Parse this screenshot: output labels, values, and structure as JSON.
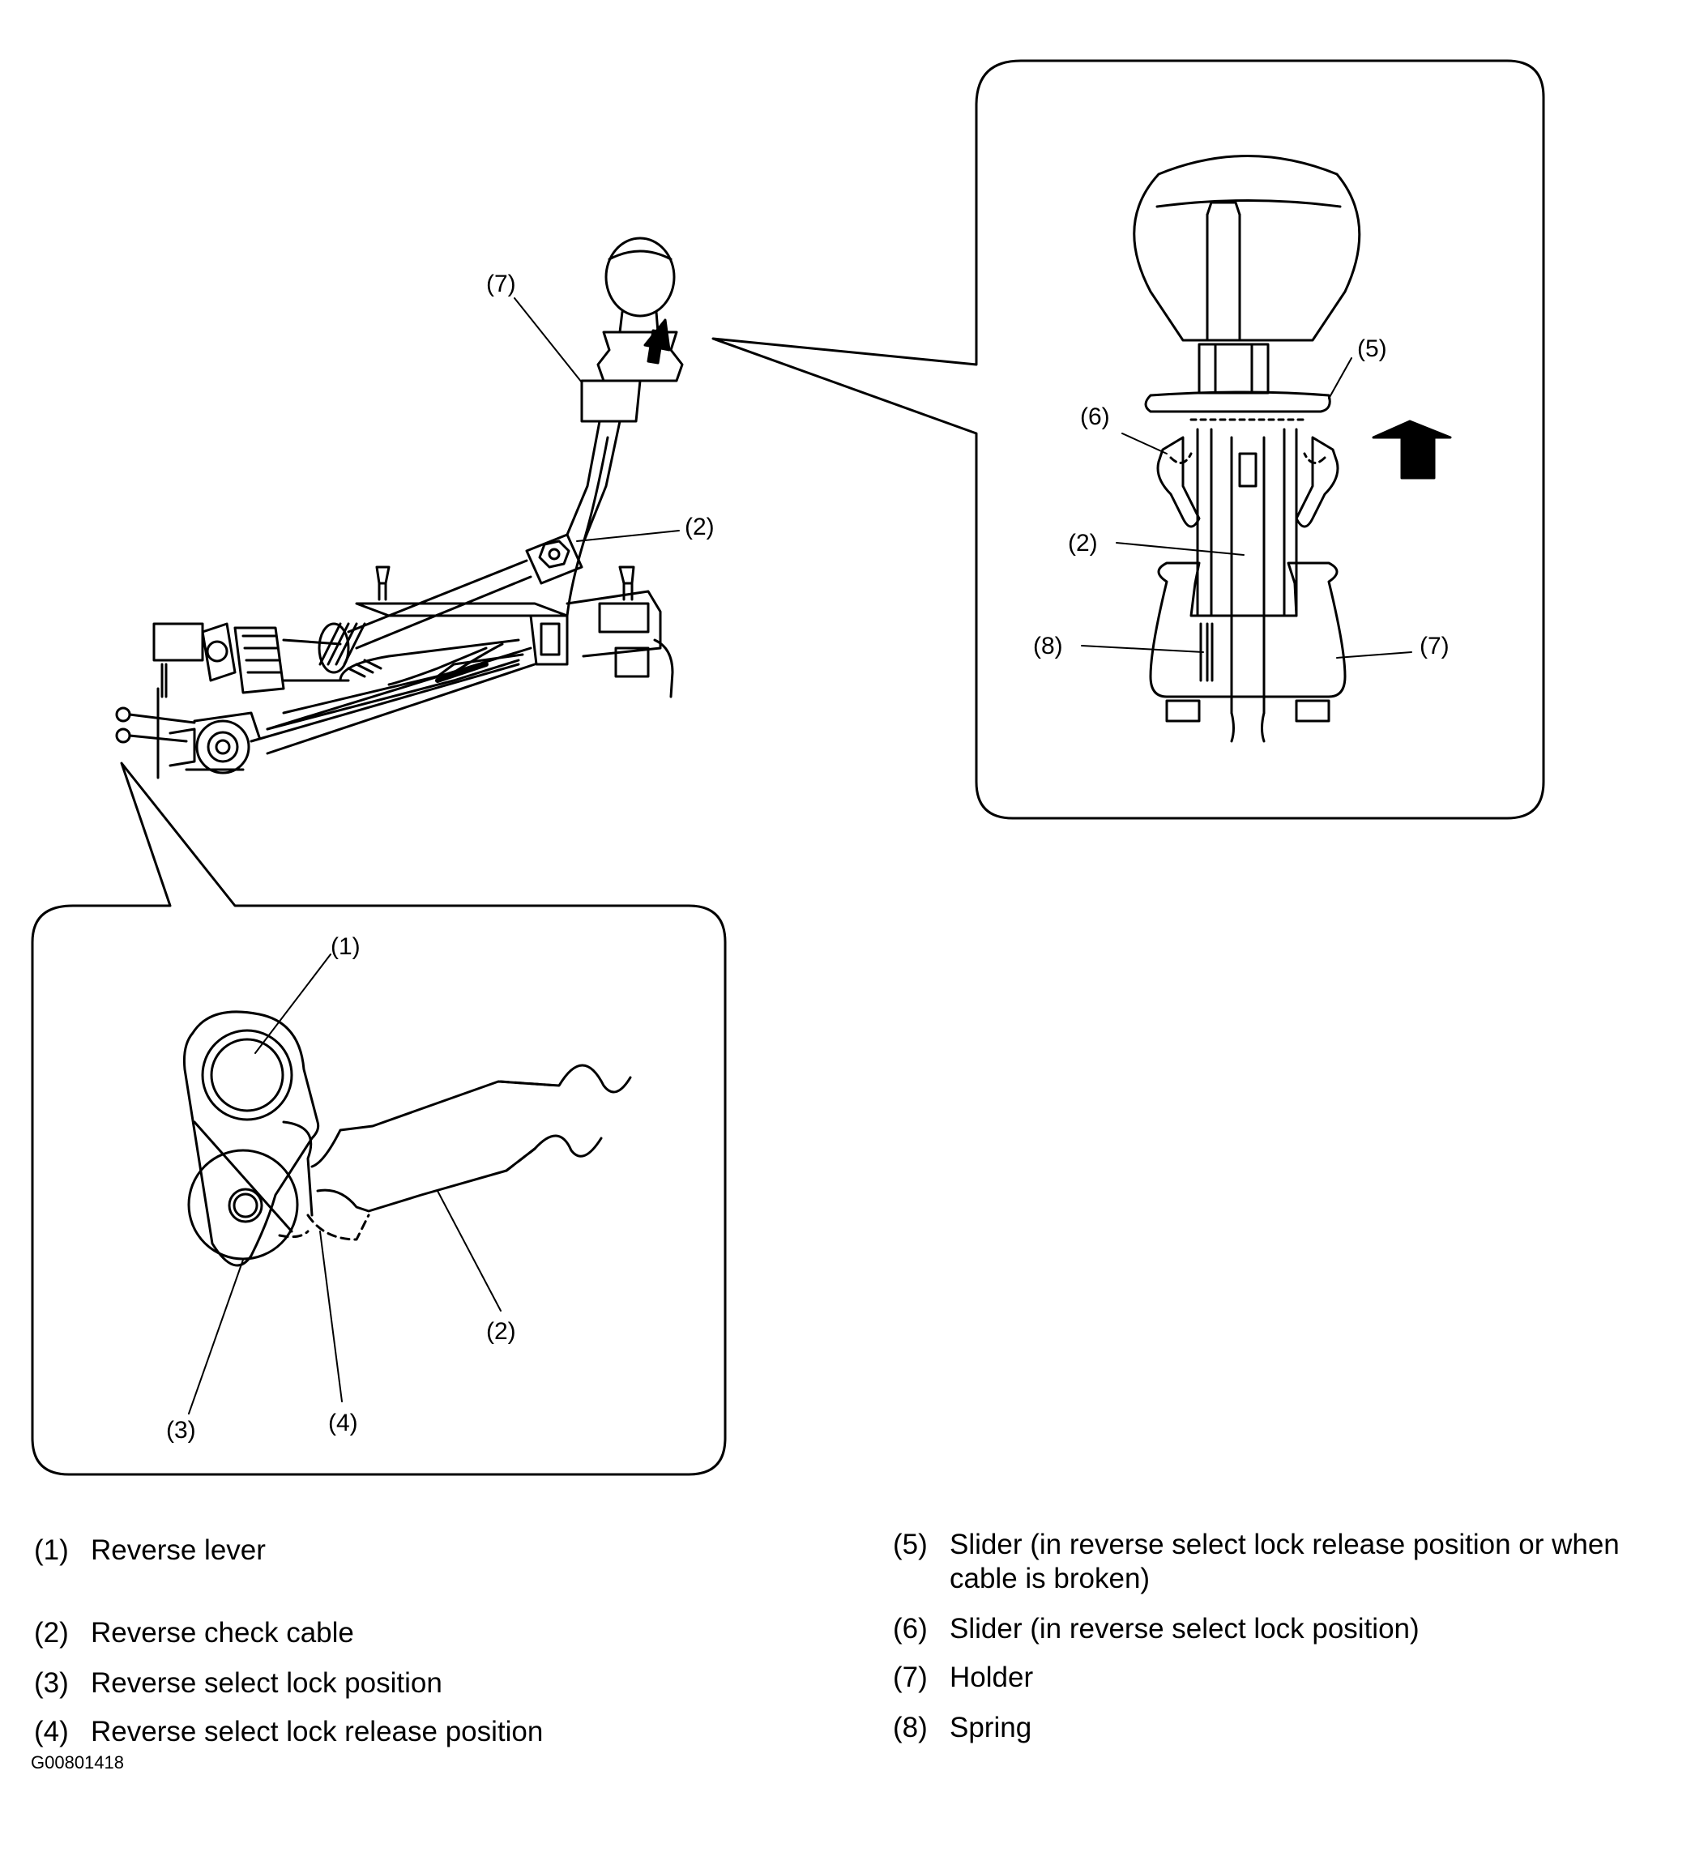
{
  "figure": {
    "callouts": {
      "main_7": "(7)",
      "main_2": "(2)",
      "detail_5": "(5)",
      "detail_6": "(6)",
      "detail_2": "(2)",
      "detail_8": "(8)",
      "detail_7": "(7)",
      "lower_1": "(1)",
      "lower_2": "(2)",
      "lower_3": "(3)",
      "lower_4": "(4)"
    },
    "code": "G00801418"
  },
  "legend": [
    {
      "num": "(1)",
      "text": "Reverse lever"
    },
    {
      "num": "(2)",
      "text": "Reverse check cable"
    },
    {
      "num": "(3)",
      "text": "Reverse select lock position"
    },
    {
      "num": "(4)",
      "text": "Reverse select lock release position"
    },
    {
      "num": "(5)",
      "text": "Slider (in reverse select lock release position or when cable is broken)"
    },
    {
      "num": "(6)",
      "text": "Slider (in reverse select lock position)"
    },
    {
      "num": "(7)",
      "text": "Holder"
    },
    {
      "num": "(8)",
      "text": "Spring"
    }
  ]
}
